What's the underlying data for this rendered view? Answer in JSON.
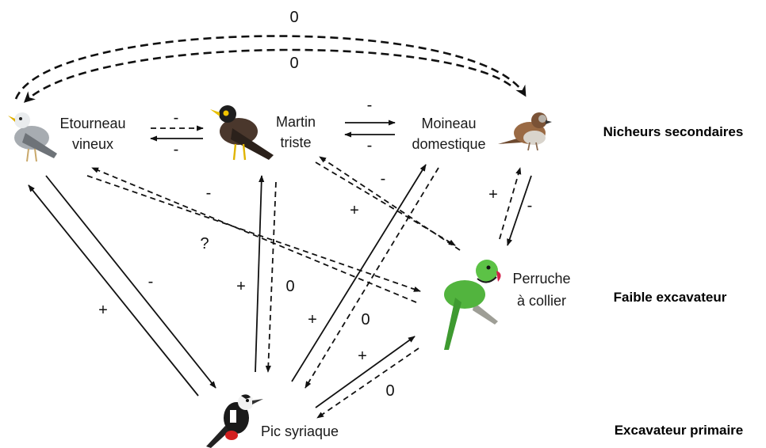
{
  "species": {
    "etourneau": {
      "line1": "Etourneau",
      "line2": "vineux"
    },
    "martin": {
      "line1": "Martin",
      "line2": "triste"
    },
    "moineau": {
      "line1": "Moineau",
      "line2": "domestique"
    },
    "perruche": {
      "line1": "Perruche",
      "line2": "à collier"
    },
    "pic": {
      "line1": "Pic syriaque"
    }
  },
  "tiers": {
    "secondary": "Nicheurs secondaires",
    "weak": "Faible excavateur",
    "primary": "Excavateur primaire"
  },
  "interactions": {
    "arc_top": "0",
    "arc_bottom": "0",
    "etourneau_martin_top": "-",
    "etourneau_martin_bottom": "-",
    "martin_moineau_top": "-",
    "martin_moineau_bottom": "-",
    "etourneau_perruche_a": "-",
    "etourneau_perruche_b": "?",
    "martin_perruche_a": "-",
    "martin_perruche_b": "+",
    "moineau_perruche_a": "+",
    "moineau_perruche_b": "-",
    "etourneau_pic_a": "-",
    "etourneau_pic_b": "+",
    "martin_pic_a": "+",
    "martin_pic_b": "0",
    "moineau_pic_a": "+",
    "moineau_pic_b": "0",
    "perruche_pic_a": "+",
    "perruche_pic_b": "0"
  },
  "icons": {
    "etourneau": "starling-icon",
    "martin": "myna-icon",
    "moineau": "sparrow-icon",
    "perruche": "parakeet-icon",
    "pic": "woodpecker-icon"
  },
  "colors": {
    "ink": "#111111",
    "parakeet": "#4caf3c",
    "myna": "#3a2b22",
    "starling": "#9aa0a6",
    "sparrow": "#8a5a3a",
    "woodpecker_red": "#d32020"
  }
}
